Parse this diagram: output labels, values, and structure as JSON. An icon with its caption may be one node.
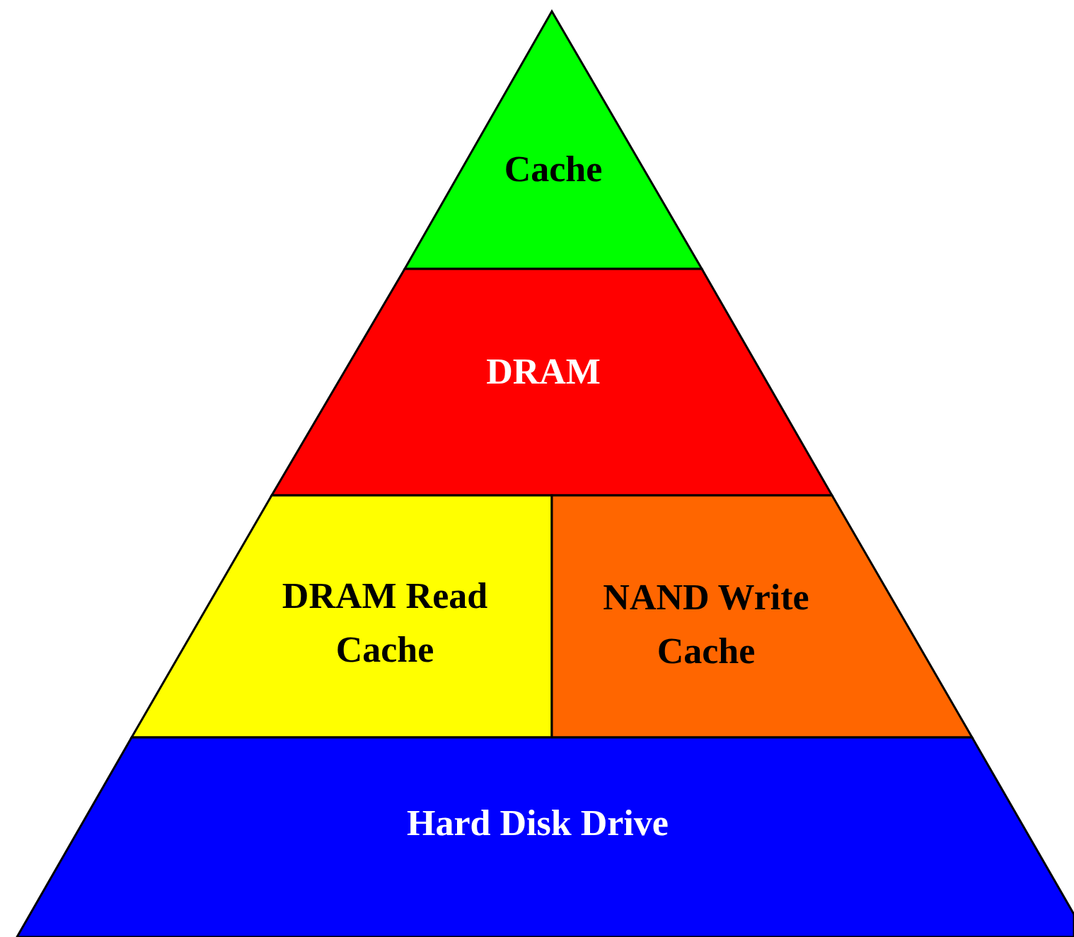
{
  "diagram": {
    "nodes": [
      {
        "text": [
          "Cache"
        ]
      },
      {
        "text": [
          "DRAM"
        ]
      },
      {
        "text": [
          "DRAM Read Cache"
        ]
      },
      {
        "text": [
          "NAND Write Cache"
        ]
      },
      {
        "text": [
          "Hard Disk Drive"
        ]
      }
    ]
  }
}
